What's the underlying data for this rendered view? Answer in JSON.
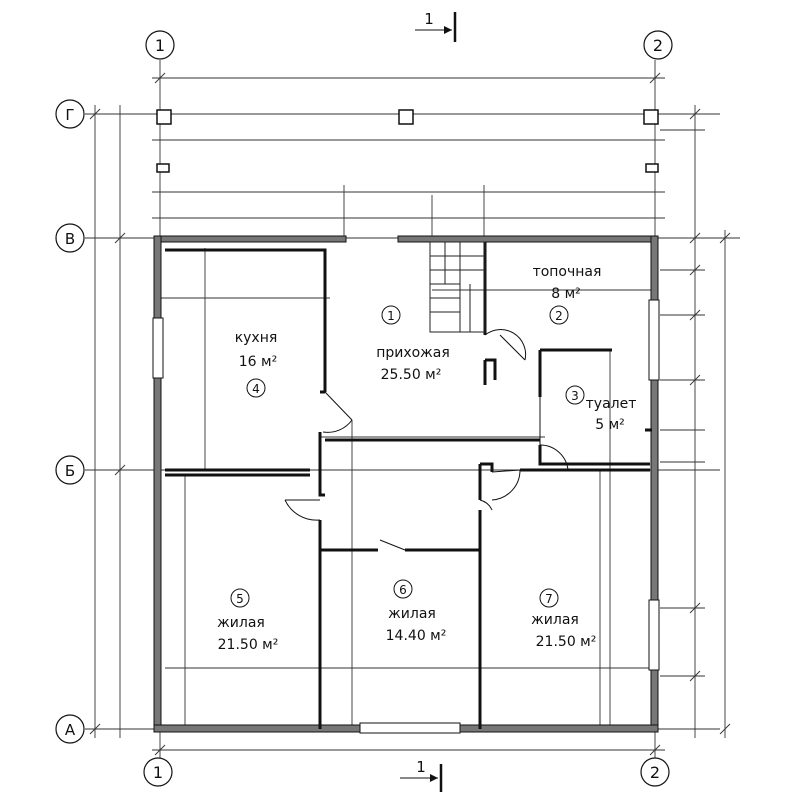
{
  "section_marks": {
    "top": "1",
    "bottom": "1"
  },
  "axes": {
    "vertical": [
      {
        "id": "left",
        "label": "1"
      },
      {
        "id": "right",
        "label": "2"
      }
    ],
    "horizontal": [
      {
        "id": "g",
        "label": "Г"
      },
      {
        "id": "v",
        "label": "В"
      },
      {
        "id": "b",
        "label": "Б"
      },
      {
        "id": "a",
        "label": "А"
      }
    ]
  },
  "rooms": [
    {
      "id": "hall",
      "number": "1",
      "name": "прихожая",
      "area": "25.50 м²"
    },
    {
      "id": "boiler",
      "number": "2",
      "name": "топочная",
      "area": "8 м²"
    },
    {
      "id": "toilet",
      "number": "3",
      "name": "туалет",
      "area": "5 м²"
    },
    {
      "id": "kitchen",
      "number": "4",
      "name": "кухня",
      "area": "16 м²"
    },
    {
      "id": "living5",
      "number": "5",
      "name": "жилая",
      "area": "21.50 м²"
    },
    {
      "id": "living6",
      "number": "6",
      "name": "жилая",
      "area": "14.40 м²"
    },
    {
      "id": "living7",
      "number": "7",
      "name": "жилая",
      "area": "21.50 м²"
    }
  ]
}
